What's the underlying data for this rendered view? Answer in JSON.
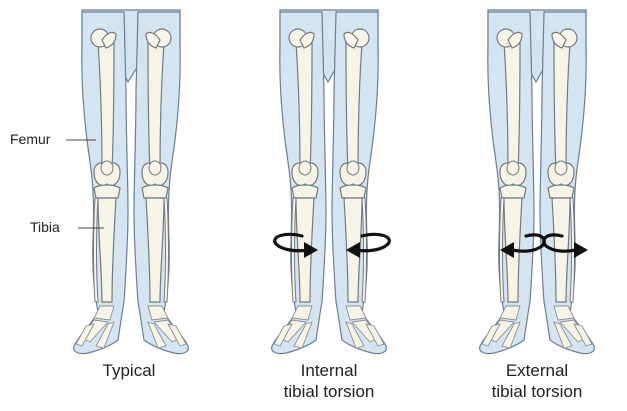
{
  "labels": {
    "femur": "Femur",
    "tibia": "Tibia"
  },
  "panels": [
    {
      "caption_lines": [
        "Typical"
      ],
      "rotation": "none"
    },
    {
      "caption_lines": [
        "Internal",
        "tibial torsion"
      ],
      "rotation": "internal"
    },
    {
      "caption_lines": [
        "External",
        "tibial torsion"
      ],
      "rotation": "external"
    }
  ],
  "colors": {
    "skin": "#d5e4f1",
    "skin_outline": "#6a7f95",
    "bone": "#f6f4e6",
    "bone_outline": "#737a80",
    "arrow": "#111111",
    "text": "#222222"
  }
}
